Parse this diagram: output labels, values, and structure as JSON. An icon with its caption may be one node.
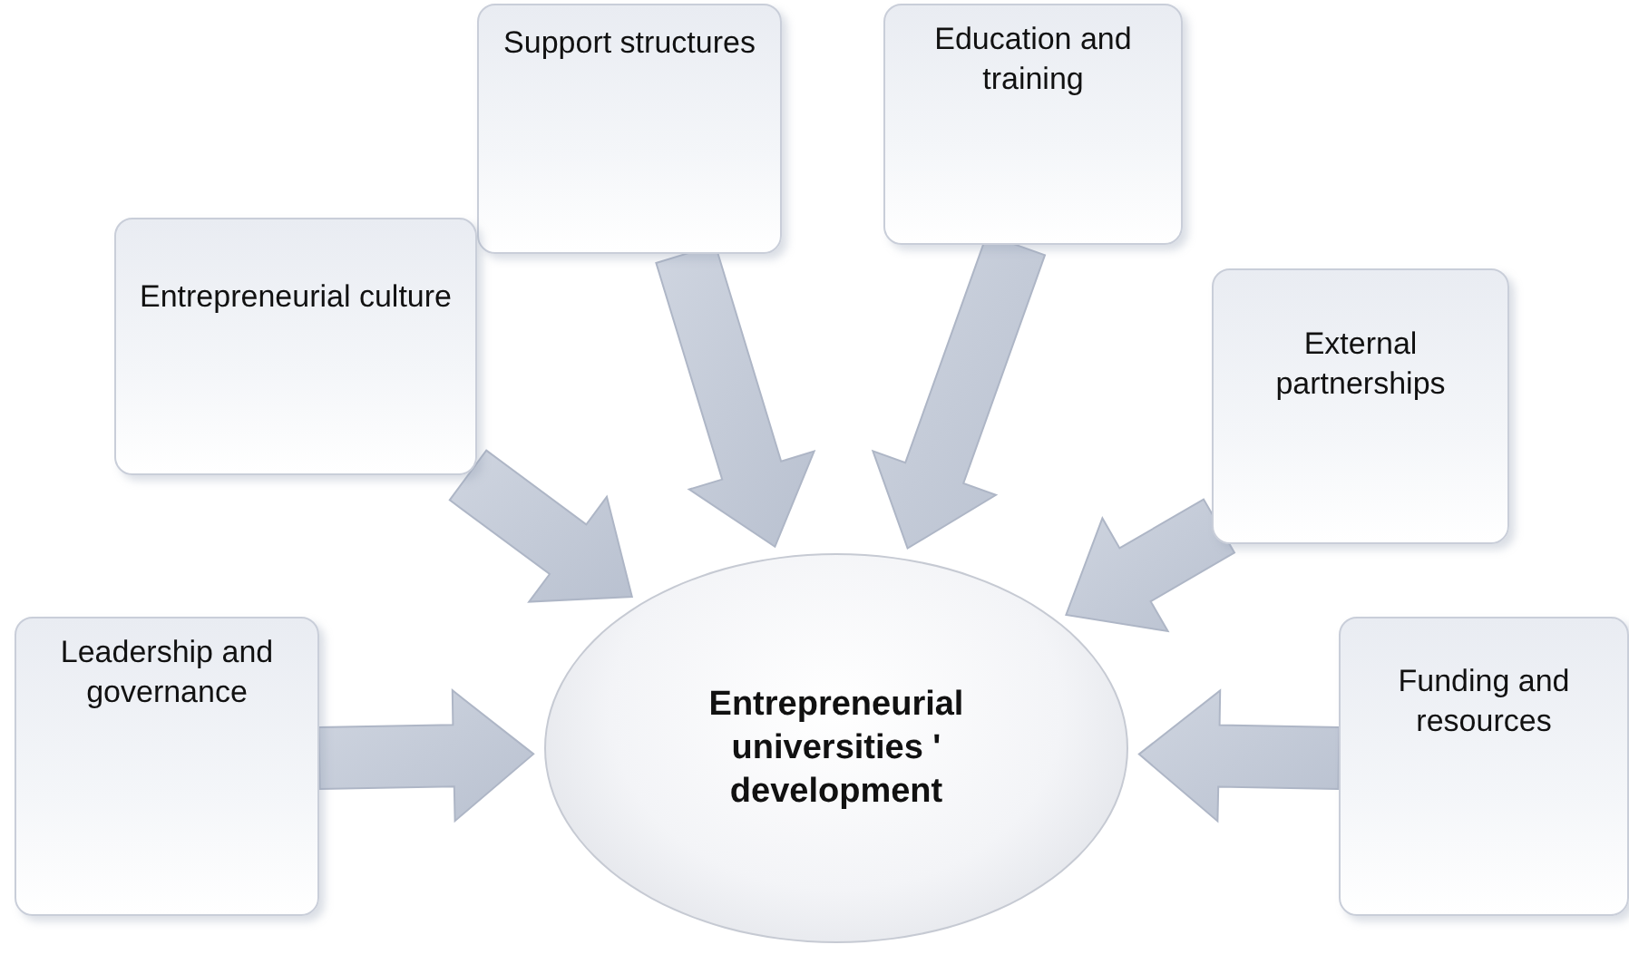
{
  "diagram": {
    "nodes": [
      {
        "text": [
          "Support structures"
        ]
      },
      {
        "text": [
          "Education and training"
        ]
      },
      {
        "text": [
          "Entrepreneurial culture"
        ]
      },
      {
        "text": [
          "External partnerships"
        ]
      },
      {
        "text": [
          "Leadership and governance"
        ]
      },
      {
        "text": [
          "Entrepreneurial universities ' development"
        ]
      },
      {
        "text": [
          "Funding and resources"
        ]
      }
    ],
    "edges": [
      {
        "from": 2,
        "to": 5,
        "arrow": "to"
      },
      {
        "from": 0,
        "to": 5,
        "arrow": "to"
      },
      {
        "from": 1,
        "to": 5,
        "arrow": "to"
      },
      {
        "from": 3,
        "to": 5,
        "arrow": "to"
      },
      {
        "from": 4,
        "to": 5,
        "arrow": "to"
      },
      {
        "from": 6,
        "to": 5,
        "arrow": "to"
      }
    ]
  }
}
